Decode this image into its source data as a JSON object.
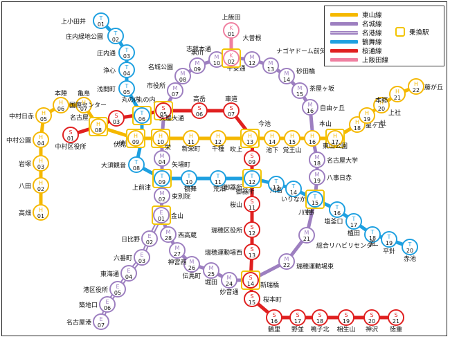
{
  "legend": {
    "items": [
      {
        "label": "東山線",
        "color": "#f5b800"
      },
      {
        "label": "名城線",
        "color": "#9d7fc0"
      },
      {
        "label": "名港線",
        "color": "#9d7fc0",
        "style": "double"
      },
      {
        "label": "鶴舞線",
        "color": "#1ea0e0"
      },
      {
        "label": "桜通線",
        "color": "#e02020"
      },
      {
        "label": "上飯田線",
        "color": "#ef7fa0"
      }
    ],
    "transfer_label": "乗換駅"
  },
  "lines": {
    "higashiyama": {
      "color": "#f5b800"
    },
    "meijo": {
      "color": "#9d7fc0"
    },
    "meiko": {
      "color": "#9d7fc0"
    },
    "tsurumai": {
      "color": "#1ea0e0"
    },
    "sakuradori": {
      "color": "#e02020"
    },
    "kamiiida": {
      "color": "#ef7fa0"
    }
  },
  "stations": [
    {
      "id": "T01",
      "prefix": "T",
      "num": "01",
      "name": "上小田井",
      "line": "tsurumai"
    },
    {
      "id": "T02",
      "prefix": "T",
      "num": "02",
      "name": "庄内緑地公園",
      "line": "tsurumai"
    },
    {
      "id": "T03",
      "prefix": "T",
      "num": "03",
      "name": "庄内通",
      "line": "tsurumai"
    },
    {
      "id": "T04",
      "prefix": "T",
      "num": "04",
      "name": "浄心",
      "line": "tsurumai"
    },
    {
      "id": "T05",
      "prefix": "T",
      "num": "05",
      "name": "浅間町",
      "line": "tsurumai"
    },
    {
      "id": "T06",
      "prefix": "T",
      "num": "06",
      "name": "丸の内",
      "line": "tsurumai"
    },
    {
      "id": "T07",
      "prefix": "T",
      "num": "07",
      "name": "伏見",
      "line": "tsurumai"
    },
    {
      "id": "T08",
      "prefix": "T",
      "num": "08",
      "name": "大須観音",
      "line": "tsurumai"
    },
    {
      "id": "T09",
      "prefix": "T",
      "num": "09",
      "name": "上前津",
      "line": "tsurumai"
    },
    {
      "id": "T10",
      "prefix": "T",
      "num": "10",
      "name": "鶴舞",
      "line": "tsurumai"
    },
    {
      "id": "T11",
      "prefix": "T",
      "num": "11",
      "name": "荒畑",
      "line": "tsurumai"
    },
    {
      "id": "T12",
      "prefix": "T",
      "num": "12",
      "name": "御器所",
      "line": "tsurumai"
    },
    {
      "id": "T13",
      "prefix": "T",
      "num": "13",
      "name": "川名",
      "line": "tsurumai"
    },
    {
      "id": "T14",
      "prefix": "T",
      "num": "14",
      "name": "いりなか",
      "line": "tsurumai"
    },
    {
      "id": "T15",
      "prefix": "T",
      "num": "15",
      "name": "八事",
      "line": "tsurumai"
    },
    {
      "id": "T16",
      "prefix": "T",
      "num": "16",
      "name": "塩釜口",
      "line": "tsurumai"
    },
    {
      "id": "T17",
      "prefix": "T",
      "num": "17",
      "name": "植田",
      "line": "tsurumai"
    },
    {
      "id": "T18",
      "prefix": "T",
      "num": "18",
      "name": "原",
      "line": "tsurumai"
    },
    {
      "id": "T19",
      "prefix": "T",
      "num": "19",
      "name": "平針",
      "line": "tsurumai"
    },
    {
      "id": "T20",
      "prefix": "T",
      "num": "20",
      "name": "赤池",
      "line": "tsurumai"
    },
    {
      "id": "H01",
      "prefix": "H",
      "num": "01",
      "name": "高畑",
      "line": "higashiyama"
    },
    {
      "id": "H02",
      "prefix": "H",
      "num": "02",
      "name": "八田",
      "line": "higashiyama"
    },
    {
      "id": "H03",
      "prefix": "H",
      "num": "03",
      "name": "岩塚",
      "line": "higashiyama"
    },
    {
      "id": "H04",
      "prefix": "H",
      "num": "04",
      "name": "中村公園",
      "line": "higashiyama"
    },
    {
      "id": "H05",
      "prefix": "H",
      "num": "05",
      "name": "中村日赤",
      "line": "higashiyama"
    },
    {
      "id": "H06",
      "prefix": "H",
      "num": "06",
      "name": "本陣",
      "line": "higashiyama"
    },
    {
      "id": "H07",
      "prefix": "H",
      "num": "07",
      "name": "亀島",
      "line": "higashiyama"
    },
    {
      "id": "H08",
      "prefix": "H",
      "num": "08",
      "name": "名古屋",
      "line": "higashiyama"
    },
    {
      "id": "H09",
      "prefix": "H",
      "num": "09",
      "name": "伏見",
      "line": "higashiyama"
    },
    {
      "id": "H10",
      "prefix": "H",
      "num": "10",
      "name": "栄",
      "line": "higashiyama"
    },
    {
      "id": "H11",
      "prefix": "H",
      "num": "11",
      "name": "新栄町",
      "line": "higashiyama"
    },
    {
      "id": "H12",
      "prefix": "H",
      "num": "12",
      "name": "千種",
      "line": "higashiyama"
    },
    {
      "id": "H13",
      "prefix": "H",
      "num": "13",
      "name": "今池",
      "line": "higashiyama"
    },
    {
      "id": "H14",
      "prefix": "H",
      "num": "14",
      "name": "池下",
      "line": "higashiyama"
    },
    {
      "id": "H15",
      "prefix": "H",
      "num": "15",
      "name": "覚王山",
      "line": "higashiyama"
    },
    {
      "id": "H16",
      "prefix": "H",
      "num": "16",
      "name": "本山",
      "line": "higashiyama"
    },
    {
      "id": "H17",
      "prefix": "H",
      "num": "17",
      "name": "東山公園",
      "line": "higashiyama"
    },
    {
      "id": "H18",
      "prefix": "H",
      "num": "18",
      "name": "星ヶ丘",
      "line": "higashiyama"
    },
    {
      "id": "H19",
      "prefix": "H",
      "num": "19",
      "name": "一社",
      "line": "higashiyama"
    },
    {
      "id": "H20",
      "prefix": "H",
      "num": "20",
      "name": "上社",
      "line": "higashiyama"
    },
    {
      "id": "H21",
      "prefix": "H",
      "num": "21",
      "name": "本郷",
      "line": "higashiyama"
    },
    {
      "id": "H22",
      "prefix": "H",
      "num": "22",
      "name": "藤が丘",
      "line": "higashiyama"
    },
    {
      "id": "S01",
      "prefix": "S",
      "num": "01",
      "name": "中村区役所",
      "line": "sakuradori"
    },
    {
      "id": "S02",
      "prefix": "S",
      "num": "02",
      "name": "名古屋",
      "line": "sakuradori"
    },
    {
      "id": "S03",
      "prefix": "S",
      "num": "03",
      "name": "国際センター",
      "line": "sakuradori"
    },
    {
      "id": "S04",
      "prefix": "S",
      "num": "04",
      "name": "丸の内",
      "line": "sakuradori"
    },
    {
      "id": "S05",
      "prefix": "S",
      "num": "05",
      "name": "久屋大通",
      "line": "sakuradori"
    },
    {
      "id": "S06",
      "prefix": "S",
      "num": "06",
      "name": "高岳",
      "line": "sakuradori"
    },
    {
      "id": "S07",
      "prefix": "S",
      "num": "07",
      "name": "車道",
      "line": "sakuradori"
    },
    {
      "id": "S08",
      "prefix": "S",
      "num": "08",
      "name": "今池",
      "line": "sakuradori"
    },
    {
      "id": "S09",
      "prefix": "S",
      "num": "09",
      "name": "吹上",
      "line": "sakuradori"
    },
    {
      "id": "S10",
      "prefix": "S",
      "num": "10",
      "name": "御器所",
      "line": "sakuradori"
    },
    {
      "id": "S11",
      "prefix": "S",
      "num": "11",
      "name": "桜山",
      "line": "sakuradori"
    },
    {
      "id": "S12",
      "prefix": "S",
      "num": "12",
      "name": "瑞穂区役所",
      "line": "sakuradori"
    },
    {
      "id": "S13",
      "prefix": "S",
      "num": "13",
      "name": "瑞穂運動場西",
      "line": "sakuradori"
    },
    {
      "id": "S14",
      "prefix": "S",
      "num": "14",
      "name": "新瑞橋",
      "line": "sakuradori"
    },
    {
      "id": "S15",
      "prefix": "S",
      "num": "15",
      "name": "桜本町",
      "line": "sakuradori"
    },
    {
      "id": "S16",
      "prefix": "S",
      "num": "16",
      "name": "鶴里",
      "line": "sakuradori"
    },
    {
      "id": "S17",
      "prefix": "S",
      "num": "17",
      "name": "野並",
      "line": "sakuradori"
    },
    {
      "id": "S18",
      "prefix": "S",
      "num": "18",
      "name": "鳴子北",
      "line": "sakuradori"
    },
    {
      "id": "S19",
      "prefix": "S",
      "num": "19",
      "name": "相生山",
      "line": "sakuradori"
    },
    {
      "id": "S20",
      "prefix": "S",
      "num": "20",
      "name": "神沢",
      "line": "sakuradori"
    },
    {
      "id": "S21",
      "prefix": "S",
      "num": "21",
      "name": "徳重",
      "line": "sakuradori"
    },
    {
      "id": "M01",
      "prefix": "M",
      "num": "01",
      "name": "金山",
      "line": "meijo"
    },
    {
      "id": "M02",
      "prefix": "M",
      "num": "02",
      "name": "東別院",
      "line": "meijo"
    },
    {
      "id": "M03",
      "prefix": "M",
      "num": "03",
      "name": "上前津",
      "line": "meijo"
    },
    {
      "id": "M04",
      "prefix": "M",
      "num": "04",
      "name": "矢場町",
      "line": "meijo"
    },
    {
      "id": "M05",
      "prefix": "M",
      "num": "05",
      "name": "栄",
      "line": "meijo"
    },
    {
      "id": "M06",
      "prefix": "M",
      "num": "06",
      "name": "久屋大通",
      "line": "meijo"
    },
    {
      "id": "M07",
      "prefix": "M",
      "num": "07",
      "name": "市役所",
      "line": "meijo"
    },
    {
      "id": "M08",
      "prefix": "M",
      "num": "08",
      "name": "名城公園",
      "line": "meijo"
    },
    {
      "id": "M09",
      "prefix": "M",
      "num": "09",
      "name": "黒川",
      "line": "meijo"
    },
    {
      "id": "M10",
      "prefix": "M",
      "num": "10",
      "name": "志賀本通",
      "line": "meijo"
    },
    {
      "id": "M11",
      "prefix": "M",
      "num": "11",
      "name": "平安通",
      "line": "meijo"
    },
    {
      "id": "M12",
      "prefix": "M",
      "num": "12",
      "name": "大曽根",
      "line": "meijo"
    },
    {
      "id": "M13",
      "prefix": "M",
      "num": "13",
      "name": "ナゴヤドーム前矢田",
      "line": "meijo"
    },
    {
      "id": "M14",
      "prefix": "M",
      "num": "14",
      "name": "砂田橋",
      "line": "meijo"
    },
    {
      "id": "M15",
      "prefix": "M",
      "num": "15",
      "name": "茶屋ヶ坂",
      "line": "meijo"
    },
    {
      "id": "M16",
      "prefix": "M",
      "num": "16",
      "name": "自由ヶ丘",
      "line": "meijo"
    },
    {
      "id": "M17",
      "prefix": "M",
      "num": "17",
      "name": "本山",
      "line": "meijo"
    },
    {
      "id": "M18",
      "prefix": "M",
      "num": "18",
      "name": "名古屋大学",
      "line": "meijo"
    },
    {
      "id": "M19",
      "prefix": "M",
      "num": "19",
      "name": "八事日赤",
      "line": "meijo"
    },
    {
      "id": "M20",
      "prefix": "M",
      "num": "20",
      "name": "八事",
      "line": "meijo"
    },
    {
      "id": "M21",
      "prefix": "M",
      "num": "21",
      "name": "総合リハビリセンター",
      "line": "meijo"
    },
    {
      "id": "M22",
      "prefix": "M",
      "num": "22",
      "name": "瑞穂運動場東",
      "line": "meijo"
    },
    {
      "id": "M23",
      "prefix": "M",
      "num": "23",
      "name": "新瑞橋",
      "line": "meijo"
    },
    {
      "id": "M24",
      "prefix": "M",
      "num": "24",
      "name": "妙音通",
      "line": "meijo"
    },
    {
      "id": "M25",
      "prefix": "M",
      "num": "25",
      "name": "堀田",
      "line": "meijo"
    },
    {
      "id": "M26",
      "prefix": "M",
      "num": "26",
      "name": "伝馬町",
      "line": "meijo"
    },
    {
      "id": "M27",
      "prefix": "M",
      "num": "27",
      "name": "神宮西",
      "line": "meijo"
    },
    {
      "id": "M28",
      "prefix": "M",
      "num": "28",
      "name": "西高蔵",
      "line": "meijo"
    },
    {
      "id": "E01",
      "prefix": "E",
      "num": "01",
      "name": "金山",
      "line": "meiko"
    },
    {
      "id": "E02",
      "prefix": "E",
      "num": "02",
      "name": "日比野",
      "line": "meiko"
    },
    {
      "id": "E03",
      "prefix": "E",
      "num": "03",
      "name": "六番町",
      "line": "meiko"
    },
    {
      "id": "E04",
      "prefix": "E",
      "num": "04",
      "name": "東海通",
      "line": "meiko"
    },
    {
      "id": "E05",
      "prefix": "E",
      "num": "05",
      "name": "港区役所",
      "line": "meiko"
    },
    {
      "id": "E06",
      "prefix": "E",
      "num": "06",
      "name": "築地口",
      "line": "meiko"
    },
    {
      "id": "E07",
      "prefix": "E",
      "num": "07",
      "name": "名古屋港",
      "line": "meiko"
    },
    {
      "id": "K01",
      "prefix": "K",
      "num": "01",
      "name": "上飯田",
      "line": "kamiiida"
    },
    {
      "id": "K02",
      "prefix": "K",
      "num": "02",
      "name": "平安通",
      "line": "kamiiida"
    }
  ]
}
